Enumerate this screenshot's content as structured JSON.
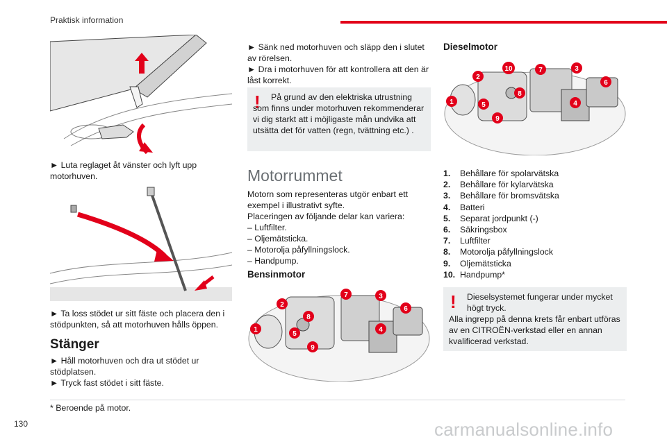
{
  "header": {
    "title": "Praktisk information"
  },
  "left": {
    "step1": "► Luta reglaget åt vänster och lyft upp motorhuven.",
    "step2": "► Ta loss stödet ur sitt fäste och placera den i stödpunkten, så att motorhuven hålls öppen.",
    "stanger_title": "Stänger",
    "stanger_step1": "► Håll motorhuven och dra ut stödet ur stödplatsen.",
    "stanger_step2": "► Tryck fast stödet i sitt fäste."
  },
  "middle": {
    "step1": "► Sänk ned motorhuven och släpp den i slutet av rörelsen.",
    "step2": "► Dra i motorhuven för att kontrollera att den är låst korrekt.",
    "warning_mark": "!",
    "warning_text": "På grund av den elektriska utrustning som finns under motorhuven rekommenderar vi dig starkt att i möjligaste mån undvika att utsätta det för vatten (regn, tvättning etc.) .",
    "section_title": "Motorrummet",
    "intro1": "Motorn som representeras utgör enbart ett exempel i illustrativt syfte.",
    "intro2": "Placeringen av följande delar kan variera:",
    "variable_parts": [
      "– Luftfilter.",
      "– Oljemätsticka.",
      "– Motorolja påfyllningslock.",
      "– Handpump."
    ],
    "petrol_title": "Bensinmotor",
    "petrol_badges": [
      "1",
      "2",
      "5",
      "8",
      "9",
      "7",
      "3",
      "4",
      "6"
    ]
  },
  "right": {
    "diesel_title": "Dieselmotor",
    "diesel_badges": [
      "1",
      "2",
      "5",
      "9",
      "10",
      "8",
      "7",
      "3",
      "4",
      "6"
    ],
    "parts": [
      {
        "n": "1.",
        "label": "Behållare för spolarvätska"
      },
      {
        "n": "2.",
        "label": "Behållare för kylarvätska"
      },
      {
        "n": "3.",
        "label": "Behållare för bromsvätska"
      },
      {
        "n": "4.",
        "label": "Batteri"
      },
      {
        "n": "5.",
        "label": "Separat jordpunkt (-)"
      },
      {
        "n": "6.",
        "label": "Säkringsbox"
      },
      {
        "n": "7.",
        "label": "Luftfilter"
      },
      {
        "n": "8.",
        "label": "Motorolja påfyllningslock"
      },
      {
        "n": "9.",
        "label": "Oljemätsticka"
      },
      {
        "n": "10.",
        "label": "Handpump*"
      }
    ],
    "warning_mark": "!",
    "warning_text1": "Dieselsystemet fungerar under mycket högt tryck.",
    "warning_text2": "Alla ingrepp på denna krets får enbart utföras av en CITROËN-verkstad eller en annan kvalificerad verkstad."
  },
  "footer": {
    "footnote": "* Beroende på motor.",
    "page_number": "130",
    "watermark": "carmanualsonline.info"
  },
  "colors": {
    "accent": "#e2001a",
    "box": "#eceeef",
    "title_gray": "#6a6f73"
  }
}
